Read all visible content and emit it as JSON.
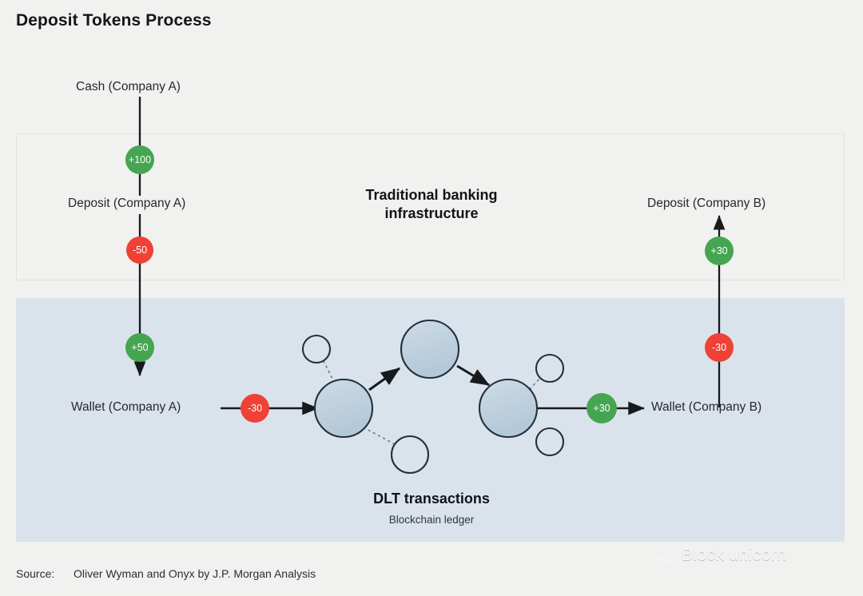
{
  "title": "Deposit Tokens Process",
  "bands": {
    "banking": {
      "label": "Traditional banking\ninfrastructure",
      "line1": "Traditional banking",
      "line2": "infrastructure",
      "bg": "#f1f1f0"
    },
    "dlt": {
      "label": "DLT transactions",
      "sublabel": "Blockchain ledger",
      "bg": "#dae3eb"
    }
  },
  "nodes": {
    "cash_a": "Cash (Company A)",
    "deposit_a": "Deposit (Company A)",
    "wallet_a": "Wallet (Company A)",
    "deposit_b": "Deposit (Company B)",
    "wallet_b": "Wallet (Company B)"
  },
  "badges": [
    {
      "id": "cash-to-deposit-a",
      "value": "+100",
      "sign": "pos"
    },
    {
      "id": "deposit-a-debit",
      "value": "-50",
      "sign": "neg"
    },
    {
      "id": "wallet-a-credit",
      "value": "+50",
      "sign": "pos"
    },
    {
      "id": "wallet-a-transfer-out",
      "value": "-30",
      "sign": "neg"
    },
    {
      "id": "wallet-b-transfer-in",
      "value": "+30",
      "sign": "pos"
    },
    {
      "id": "wallet-b-debit",
      "value": "-30",
      "sign": "neg"
    },
    {
      "id": "deposit-b-credit",
      "value": "+30",
      "sign": "pos"
    }
  ],
  "colors": {
    "positive": "#45a550",
    "negative": "#ef4136",
    "dlt_band": "#dae3eb",
    "page_bg": "#f1f1f0",
    "node_fill": "#bed0de",
    "node_stroke": "#23303c",
    "arrow": "#17191d"
  },
  "chart_data": {
    "type": "diagram",
    "title": "Deposit Tokens Process",
    "flow": [
      {
        "from": "Cash (Company A)",
        "to": "Deposit (Company A)",
        "amount": "+100"
      },
      {
        "from": "Deposit (Company A)",
        "to": "Wallet (Company A)",
        "amount": "-50"
      },
      {
        "from": "Deposit (Company A)",
        "to": "Wallet (Company A)",
        "amount": "+50"
      },
      {
        "from": "Wallet (Company A)",
        "to": "DLT transactions",
        "amount": "-30"
      },
      {
        "from": "DLT transactions",
        "to": "Wallet (Company B)",
        "amount": "+30"
      },
      {
        "from": "Wallet (Company B)",
        "to": "Deposit (Company B)",
        "amount": "-30"
      },
      {
        "from": "Wallet (Company B)",
        "to": "Deposit (Company B)",
        "amount": "+30"
      }
    ],
    "ledger_nodes": 3,
    "ledger_satellites": 4
  },
  "footer": {
    "source_label": "Source:",
    "source_text": "Oliver Wyman and Onyx by J.P. Morgan Analysis"
  },
  "watermark": {
    "text": "Block unicorn",
    "icon": "wechat-icon"
  }
}
